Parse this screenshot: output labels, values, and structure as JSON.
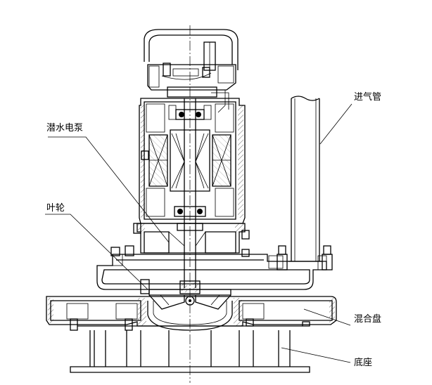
{
  "labels": {
    "submersible_pump": "潜水电泵",
    "impeller": "叶轮",
    "air_inlet_pipe": "进气管",
    "mixing_plate": "混合盘",
    "base": "底座"
  }
}
